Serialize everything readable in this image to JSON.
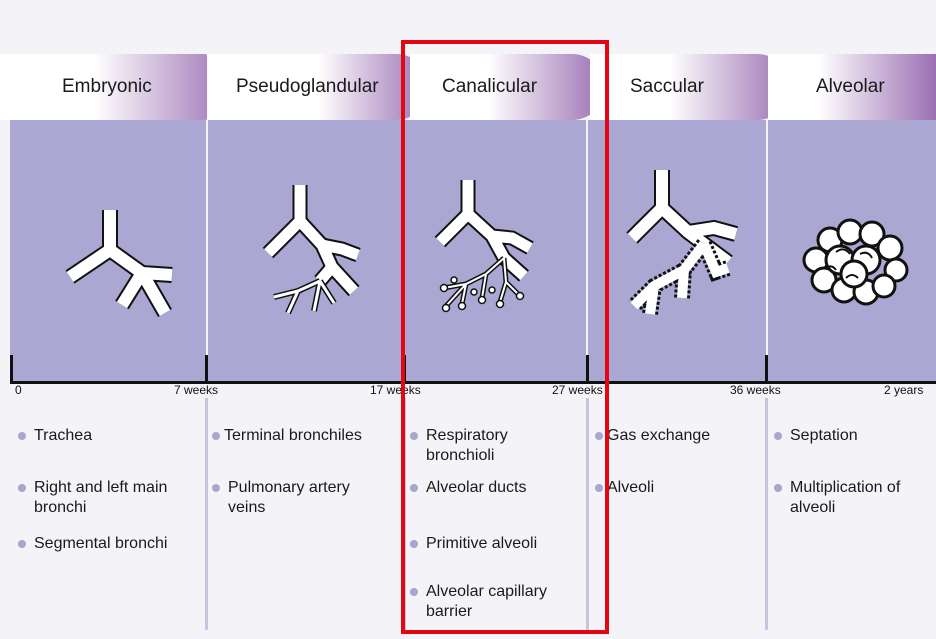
{
  "stages": [
    {
      "name": "Embryonic",
      "icon": "trachea-bud-icon",
      "events": [
        "Trachea",
        "Right and left main bronchi",
        "Segmental bronchi"
      ]
    },
    {
      "name": "Pseudoglandular",
      "icon": "branching-bronchi-icon",
      "events": [
        "Terminal bronchiles",
        "Pulmonary artery veins"
      ]
    },
    {
      "name": "Canalicular",
      "icon": "canalicular-airway-icon",
      "events": [
        "Respiratory bronchioli",
        "Alveolar ducts",
        "Primitive alveoli",
        "Alveolar capillary barrier"
      ]
    },
    {
      "name": "Saccular",
      "icon": "saccular-airway-icon",
      "events": [
        "Gas exchange",
        "Alveoli"
      ]
    },
    {
      "name": "Alveolar",
      "icon": "alveoli-cluster-icon",
      "events": [
        "Septation",
        "Multiplication of alveoli"
      ]
    }
  ],
  "timeline": {
    "labels": [
      "0",
      "7 weeks",
      "17 weeks",
      "27 weeks",
      "36 weeks",
      "2 years"
    ]
  },
  "highlighted_stage": "Canalicular",
  "colors": {
    "panel": "#aaa7d2",
    "tab_gradient_start": "#ffffff",
    "tab_gradient_end": "#9a6fb2",
    "highlight": "#e30613",
    "bullet": "#a9a6cf"
  }
}
